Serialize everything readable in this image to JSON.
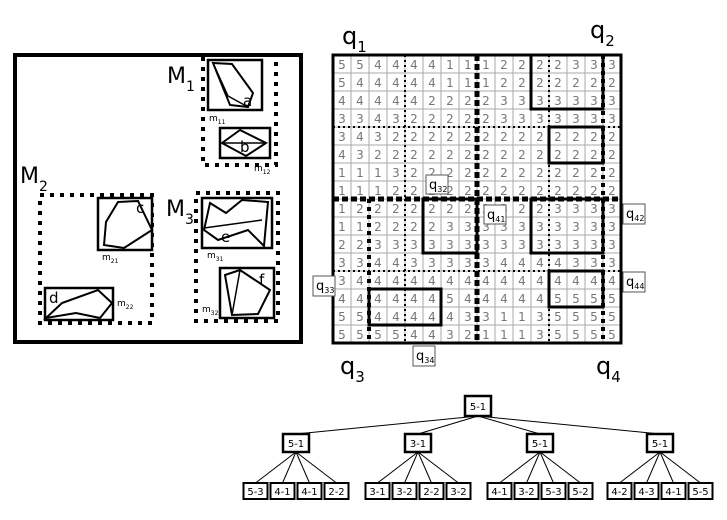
{
  "left_panel": {
    "groups": [
      {
        "label": "M",
        "sub": "1"
      },
      {
        "label": "M",
        "sub": "2"
      },
      {
        "label": "M",
        "sub": "3"
      }
    ],
    "objects": [
      "a",
      "b",
      "c",
      "d",
      "e",
      "f"
    ],
    "mbrs": [
      "m",
      "m",
      "m",
      "m",
      "m",
      "m"
    ],
    "mbr_subs": [
      "11",
      "12",
      "21",
      "22",
      "31",
      "32"
    ]
  },
  "grid": {
    "quadrants": [
      {
        "label": "q",
        "sub": "1"
      },
      {
        "label": "q",
        "sub": "2"
      },
      {
        "label": "q",
        "sub": "3"
      },
      {
        "label": "q",
        "sub": "4"
      }
    ],
    "subquadrants": [
      {
        "label": "q",
        "sub": "32"
      },
      {
        "label": "q",
        "sub": "41"
      },
      {
        "label": "q",
        "sub": "42"
      },
      {
        "label": "q",
        "sub": "33"
      },
      {
        "label": "q",
        "sub": "44"
      },
      {
        "label": "q",
        "sub": "34"
      }
    ],
    "rows": [
      [
        5,
        5,
        4,
        4,
        4,
        4,
        1,
        1,
        1,
        2,
        2,
        2,
        2,
        3,
        3,
        3
      ],
      [
        5,
        4,
        4,
        4,
        4,
        4,
        1,
        1,
        1,
        2,
        2,
        2,
        2,
        2,
        2,
        2
      ],
      [
        4,
        4,
        4,
        4,
        4,
        2,
        2,
        2,
        2,
        3,
        3,
        3,
        3,
        3,
        3,
        3
      ],
      [
        3,
        3,
        4,
        3,
        2,
        2,
        2,
        2,
        2,
        3,
        3,
        3,
        3,
        3,
        3,
        3
      ],
      [
        3,
        4,
        3,
        2,
        2,
        2,
        2,
        2,
        2,
        2,
        2,
        2,
        2,
        2,
        2,
        2
      ],
      [
        4,
        3,
        2,
        2,
        2,
        2,
        2,
        2,
        2,
        2,
        2,
        2,
        2,
        2,
        2,
        2
      ],
      [
        1,
        1,
        1,
        3,
        2,
        2,
        2,
        2,
        2,
        2,
        2,
        2,
        2,
        2,
        2,
        2
      ],
      [
        1,
        1,
        1,
        2,
        2,
        2,
        2,
        2,
        2,
        2,
        2,
        2,
        2,
        2,
        2,
        2
      ],
      [
        1,
        2,
        2,
        2,
        2,
        2,
        2,
        2,
        2,
        3,
        2,
        2,
        3,
        3,
        3,
        3
      ],
      [
        1,
        1,
        2,
        2,
        2,
        2,
        3,
        3,
        3,
        3,
        3,
        3,
        3,
        3,
        3,
        3
      ],
      [
        2,
        2,
        3,
        3,
        3,
        3,
        3,
        3,
        3,
        3,
        3,
        3,
        3,
        3,
        3,
        3
      ],
      [
        3,
        3,
        4,
        4,
        3,
        3,
        3,
        3,
        3,
        4,
        4,
        4,
        4,
        3,
        3,
        3
      ],
      [
        3,
        4,
        4,
        4,
        4,
        4,
        4,
        4,
        4,
        4,
        4,
        4,
        4,
        4,
        4,
        4
      ],
      [
        4,
        4,
        4,
        4,
        4,
        4,
        5,
        4,
        4,
        4,
        4,
        4,
        5,
        5,
        5,
        5
      ],
      [
        5,
        5,
        4,
        4,
        4,
        4,
        4,
        3,
        3,
        1,
        1,
        3,
        5,
        5,
        5,
        5
      ],
      [
        5,
        5,
        5,
        5,
        4,
        4,
        3,
        2,
        1,
        1,
        1,
        3,
        5,
        5,
        5,
        5
      ]
    ]
  },
  "tree": {
    "root": "5-1",
    "children": [
      {
        "label": "5-1",
        "leaves": [
          "5-3",
          "4-1",
          "4-1",
          "2-2"
        ]
      },
      {
        "label": "3-1",
        "leaves": [
          "3-1",
          "3-2",
          "2-2",
          "3-2"
        ]
      },
      {
        "label": "5-1",
        "leaves": [
          "4-1",
          "3-2",
          "5-3",
          "5-2"
        ]
      },
      {
        "label": "5-1",
        "leaves": [
          "4-2",
          "4-3",
          "4-1",
          "5-5"
        ]
      }
    ]
  }
}
